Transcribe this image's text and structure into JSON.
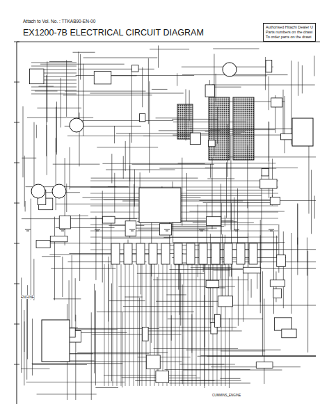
{
  "diagram": {
    "title": "EX1200-7B ELECTRICAL CIRCUIT DIAGRAM",
    "nodes": [
      {
        "text": [
          "Authorised Hitachi Dealer U",
          "Parts numbers on the drawi",
          "To order parts on the drawi"
        ]
      }
    ],
    "labels": [
      "Attach to Vol. No. : TTKAB90-EN-00",
      "ENGINE",
      "CUMMINS_ENGINE"
    ]
  }
}
